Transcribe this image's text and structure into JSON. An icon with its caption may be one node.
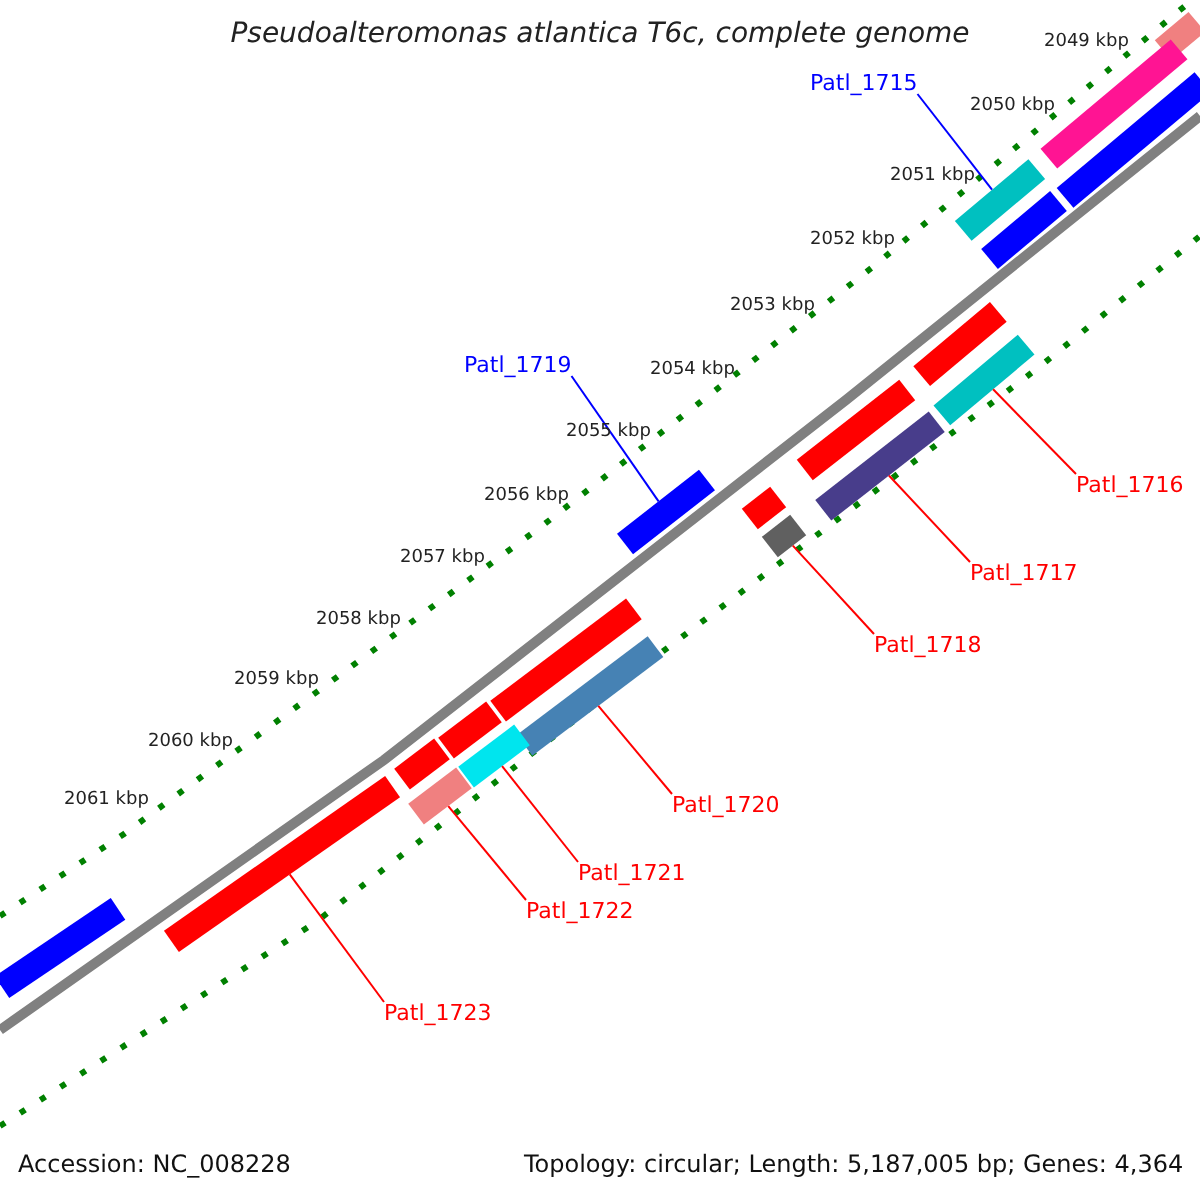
{
  "diagram": {
    "title": "Pseudoalteromonas atlantica T6c, complete genome",
    "nodes": [
      {
        "text": [
          "Patl_1715"
        ]
      },
      {
        "text": [],
        "shape": "bar"
      },
      {
        "text": [
          "Patl_1719"
        ]
      },
      {
        "text": [],
        "shape": "bar"
      },
      {
        "text": [
          "Patl_1716"
        ]
      },
      {
        "text": [],
        "shape": "bar"
      },
      {
        "text": [
          "Patl_1717"
        ]
      },
      {
        "text": [],
        "shape": "bar"
      },
      {
        "text": [
          "Patl_1718"
        ]
      },
      {
        "text": [],
        "shape": "bar"
      },
      {
        "text": [
          "Patl_1720"
        ]
      },
      {
        "text": [],
        "shape": "bar"
      },
      {
        "text": [
          "Patl_1721"
        ]
      },
      {
        "text": [],
        "shape": "bar"
      },
      {
        "text": [
          "Patl_1722"
        ]
      },
      {
        "text": [],
        "shape": "bar"
      },
      {
        "text": [
          "Patl_1723"
        ]
      },
      {
        "text": [],
        "shape": "bar"
      }
    ],
    "edges": [
      {
        "from": 0,
        "to": 1,
        "arrow": "none",
        "color": "#0000ff"
      },
      {
        "from": 2,
        "to": 3,
        "arrow": "none",
        "color": "#0000ff"
      },
      {
        "from": 4,
        "to": 5,
        "arrow": "none"
      },
      {
        "from": 6,
        "to": 7,
        "arrow": "none"
      },
      {
        "from": 8,
        "to": 9,
        "arrow": "none"
      },
      {
        "from": 10,
        "to": 11,
        "arrow": "none"
      },
      {
        "from": 12,
        "to": 13,
        "arrow": "none"
      },
      {
        "from": 14,
        "to": 15,
        "arrow": "none"
      },
      {
        "from": 16,
        "to": 17,
        "arrow": "none"
      }
    ],
    "labels": [
      "2049 kbp",
      "2050 kbp",
      "2051 kbp",
      "2052 kbp",
      "2053 kbp",
      "2054 kbp",
      "2055 kbp",
      "2056 kbp",
      "2057 kbp",
      "2058 kbp",
      "2059 kbp",
      "2060 kbp",
      "2061 kbp",
      "Accession: NC_008228",
      "Topology: circular; Length: 5,187,005 bp; Genes: 4,364"
    ]
  }
}
